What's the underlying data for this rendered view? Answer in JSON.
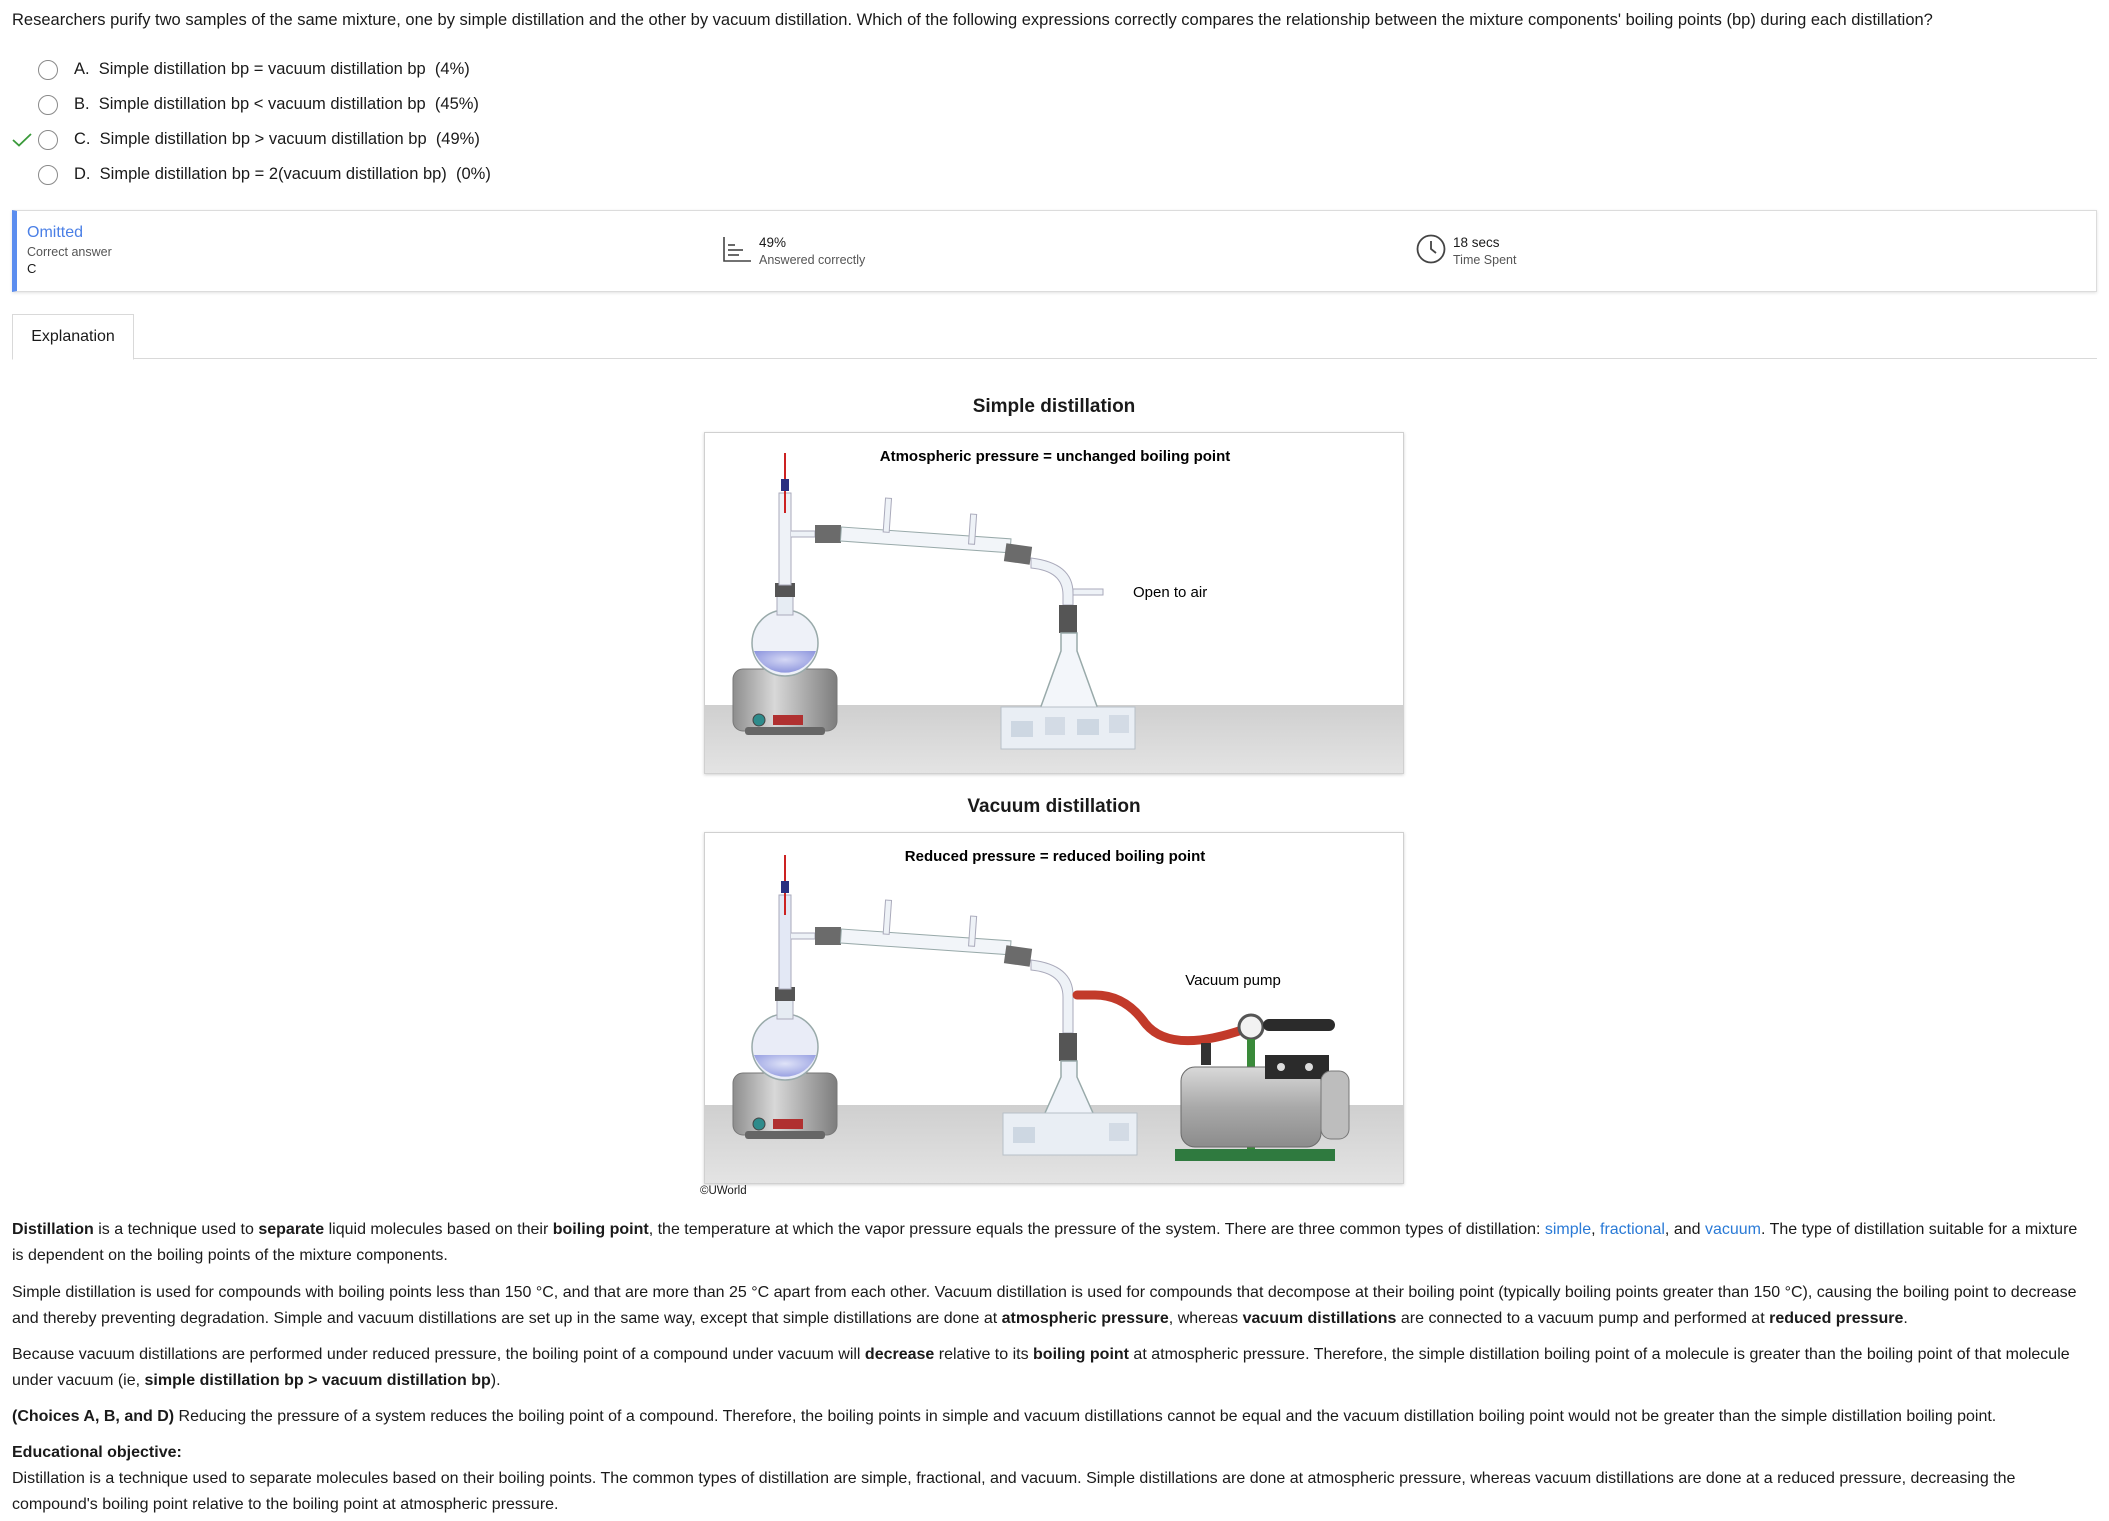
{
  "question": "Researchers purify two samples of the same mixture, one by simple distillation and the other by vacuum distillation.  Which of the following expressions correctly compares the relationship between the mixture components' boiling points (bp) during each distillation?",
  "choices": [
    {
      "label": "A.",
      "text": "Simple distillation bp = vacuum distillation bp",
      "pct": "(4%)",
      "correct": false
    },
    {
      "label": "B.",
      "text": "Simple distillation bp < vacuum distillation bp",
      "pct": "(45%)",
      "correct": false
    },
    {
      "label": "C.",
      "text": "Simple distillation bp > vacuum distillation bp",
      "pct": "(49%)",
      "correct": true
    },
    {
      "label": "D.",
      "text": "Simple distillation bp = 2(vacuum distillation bp)",
      "pct": "(0%)",
      "correct": false
    }
  ],
  "stats": {
    "status": "Omitted",
    "correct_answer_label": "Correct answer",
    "correct_answer": "C",
    "percent": "49%",
    "percent_label": "Answered correctly",
    "time": "18 secs",
    "time_label": "Time Spent"
  },
  "tab": "Explanation",
  "figure": {
    "simple_title": "Simple distillation",
    "simple_caption": "Atmospheric pressure = unchanged boiling point",
    "simple_note": "Open to air",
    "vacuum_title": "Vacuum distillation",
    "vacuum_caption": "Reduced pressure = reduced boiling point",
    "vacuum_note": "Vacuum pump",
    "copyright": "©UWorld"
  },
  "explanation": {
    "p1": {
      "t1": "Distillation",
      "t2": " is a technique used to ",
      "t3": "separate",
      "t4": " liquid molecules based on their ",
      "t5": "boiling point",
      "t6": ", the temperature at which the vapor pressure equals the pressure of the system.  There are three common types of distillation: ",
      "l1": "simple",
      "c1": ", ",
      "l2": "fractional",
      "c2": ", and ",
      "l3": "vacuum",
      "t7": ".  The type of distillation suitable for a mixture is dependent on the boiling points of the mixture components."
    },
    "p2": {
      "t1": "Simple distillation is used for compounds with boiling points less than 150 °C, and that are more than 25 °C apart from each other.  Vacuum distillation is used for compounds that decompose at their boiling point (typically boiling points greater than 150 °C), causing the boiling point to decrease and thereby preventing degradation.  Simple and vacuum distillations are set up in the same way, except that simple distillations are done at ",
      "b1": "atmospheric pressure",
      "t2": ", whereas ",
      "b2": "vacuum distillations",
      "t3": " are connected to a vacuum pump and performed at ",
      "b3": "reduced pressure",
      "t4": "."
    },
    "p3": {
      "t1": "Because vacuum distillations are performed under reduced pressure, the boiling point of a compound under vacuum will ",
      "b1": "decrease",
      "t2": " relative to its ",
      "b2": "boiling point",
      "t3": " at atmospheric pressure.  Therefore, the simple distillation boiling point of a molecule is greater than the boiling point of that molecule under vacuum (ie, ",
      "b3": "simple distillation bp > vacuum distillation bp",
      "t4": ")."
    },
    "p4": {
      "b1": "(Choices A, B, and D)",
      "t1": "  Reducing the pressure of a system reduces the boiling point of a compound.  Therefore, the boiling points in simple and vacuum distillations cannot be equal and the vacuum distillation boiling point would not be greater than the simple distillation boiling point."
    },
    "objective_title": "Educational objective:",
    "objective_text": "Distillation is a technique used to separate molecules based on their boiling points.  The common types of distillation are simple, fractional, and vacuum.  Simple distillations are done at atmospheric pressure, whereas vacuum distillations are done at a reduced pressure, decreasing the compound's boiling point relative to the boiling point at atmospheric pressure."
  },
  "colors": {
    "accent": "#5b8def",
    "link": "#2a7ad6",
    "check": "#3a9a3a",
    "omitted": "#4a7fe6"
  }
}
